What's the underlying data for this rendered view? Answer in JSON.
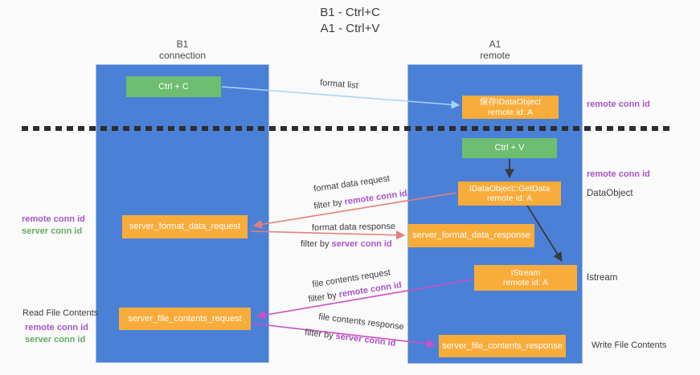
{
  "title": {
    "line1": "B1 - Ctrl+C",
    "line2": "A1 - Ctrl+V"
  },
  "columns": {
    "b1": {
      "name": "B1",
      "role": "connection"
    },
    "a1": {
      "name": "A1",
      "role": "remote"
    }
  },
  "boxes": {
    "ctrl_c": "Ctrl + C",
    "ctrl_v": "Ctrl + V",
    "save_dataobject": {
      "line1": "保存IDataObject",
      "line2": "remote id: A"
    },
    "getdata": {
      "line1": "IDataObject::GetData",
      "line2": "remote id: A"
    },
    "istream": {
      "line1": "IStream",
      "line2": "remote id: A"
    },
    "server_format_data_request": "server_format_data_request",
    "server_format_data_response": "server_format_data_response",
    "server_file_contents_request": "server_file_contents_request",
    "server_file_contents_response": "server_file_contents_response"
  },
  "arrow_labels": {
    "format_list": "format list",
    "format_data_request": "format data request",
    "format_data_response": "format data response",
    "file_contents_request": "file contents request",
    "file_contents_response": "file contents response",
    "filter_by": "filter by",
    "remote_conn_id": "remote conn id",
    "server_conn_id": "server conn id"
  },
  "side_labels": {
    "remote_conn_id_top": "remote conn id",
    "remote_conn_id_mid": "remote conn id",
    "dataobject": "DataObject",
    "istream": "Istream",
    "write_file_contents": "Write File Contents",
    "read_file_contents": "Read File Contents",
    "remote_conn_id": "remote conn id",
    "server_conn_id": "server conn id"
  },
  "colors": {
    "col_blue": "#4b80d7",
    "orange": "#f8ac3a",
    "green": "#6fbd70",
    "purple": "#a855c7",
    "green_id": "#63ac66",
    "salmon": "#e58078",
    "magenta": "#cc4fc4",
    "arrow_blue": "#a9d4f2",
    "arrow_black": "#3a3a3a",
    "ink": "#3d3d3d",
    "bg": "#fafafa",
    "dash": "#2d2d2d"
  }
}
